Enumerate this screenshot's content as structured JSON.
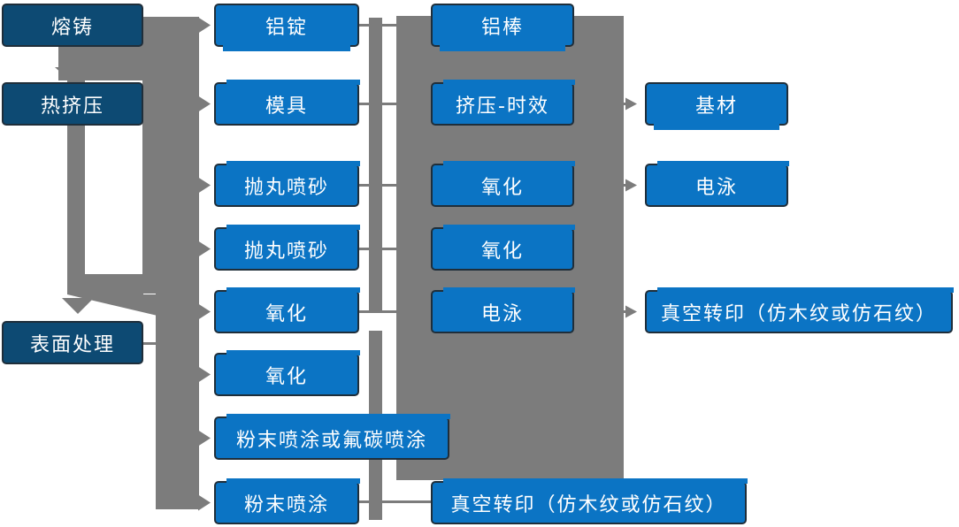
{
  "diagram": {
    "type": "flowchart",
    "language": "zh-CN",
    "description_of_flow": "aluminium profile production process flow",
    "columns": [
      {
        "name": "process-stages",
        "style": "dark"
      },
      {
        "name": "step-group-1",
        "style": "light"
      },
      {
        "name": "step-group-2",
        "style": "light"
      },
      {
        "name": "finish-outputs",
        "style": "light"
      }
    ]
  },
  "nodes": {
    "melting": {
      "label": "熔铸"
    },
    "hot_extrusion": {
      "label": "热挤压"
    },
    "surface_treatment": {
      "label": "表面处理"
    },
    "aluminum_ingot": {
      "label": "铝锭"
    },
    "mold": {
      "label": "模具"
    },
    "shot_blasting_1": {
      "label": "抛丸喷砂"
    },
    "shot_blasting_2": {
      "label": "抛丸喷砂"
    },
    "oxidation_1": {
      "label": "氧化"
    },
    "oxidation_2": {
      "label": "氧化"
    },
    "powder_or_fluorocarbon": {
      "label": "粉末喷涂或氟碳喷涂"
    },
    "powder_coating": {
      "label": "粉末喷涂"
    },
    "aluminum_rod": {
      "label": "铝棒"
    },
    "extrusion_aging": {
      "label": "挤压-时效"
    },
    "oxidation_3": {
      "label": "氧化"
    },
    "oxidation_4": {
      "label": "氧化"
    },
    "electrophoresis_1": {
      "label": "电泳"
    },
    "vacuum_transfer_1": {
      "label": "真空转印（仿木纹或仿石纹）"
    },
    "base_material": {
      "label": "基材"
    },
    "electrophoresis_2": {
      "label": "电泳"
    },
    "vacuum_transfer_2": {
      "label": "真空转印（仿木纹或仿石纹）"
    }
  },
  "colors": {
    "node_blue": "#0B74C4",
    "node_dark_blue": "#0D4A73",
    "node_border": "#1F2E3A",
    "connector_gray": "#7C7C7C",
    "text": "#FFFFFF",
    "background": "#FFFFFF"
  }
}
